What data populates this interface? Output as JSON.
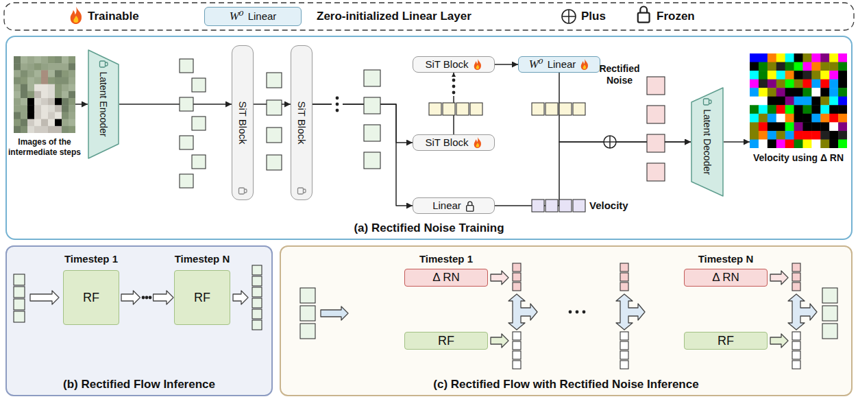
{
  "diagram": {
    "nodes": [
      {
        "text": [
          "W⁰",
          "Linear"
        ]
      },
      {
        "text": [
          "(a) Rectified Noise Training"
        ]
      },
      {
        "text": [
          "Images of the intermediate steps"
        ],
        "in": 1
      },
      {
        "text": [
          "Latent Encoder"
        ],
        "in": 1
      },
      {
        "text": [
          "SiT Block"
        ],
        "in": 1
      },
      {
        "text": [
          "SiT Block"
        ],
        "in": 1
      },
      {
        "text": [
          "SiT Block"
        ],
        "in": 1
      },
      {
        "text": [
          "W⁰",
          "Linear"
        ],
        "in": 1
      },
      {
        "text": [
          "SiT Block"
        ],
        "in": 1
      },
      {
        "text": [
          "Linear"
        ],
        "in": 1
      },
      {
        "text": [
          "Latent Decoder"
        ],
        "in": 1
      },
      {
        "text": [
          "Velocity using Δ RN"
        ],
        "in": 1
      },
      {
        "text": [
          "(b) Rectified Flow Inference"
        ]
      },
      {
        "text": [
          "RF"
        ],
        "in": 12
      },
      {
        "text": [
          "RF"
        ],
        "in": 12
      },
      {
        "text": [
          "(c) Rectified Flow with Rectified Noise Inference"
        ]
      },
      {
        "text": [
          "Δ RN"
        ],
        "in": 15
      },
      {
        "text": [
          "RF"
        ],
        "in": 15
      },
      {
        "text": [
          "Δ RN"
        ],
        "in": 15
      },
      {
        "text": [
          "RF"
        ],
        "in": 15
      }
    ],
    "edges": [
      {
        "from": 2,
        "to": 3,
        "arrow": "to"
      },
      {
        "from": 3,
        "to": 4,
        "arrow": "to"
      },
      {
        "from": 4,
        "to": 5,
        "arrow": "to"
      },
      {
        "from": 5,
        "to": 8,
        "arrow": "to"
      },
      {
        "from": 5,
        "to": 9,
        "arrow": "to"
      },
      {
        "from": 8,
        "to": 6,
        "arrow": "to"
      },
      {
        "from": 6,
        "to": 7,
        "arrow": "to"
      },
      {
        "from": 7,
        "to": 10,
        "arrow": "to"
      },
      {
        "from": 9,
        "to": 10,
        "arrow": "to"
      },
      {
        "from": 10,
        "to": 11,
        "arrow": "to"
      },
      {
        "from": 13,
        "to": 14,
        "arrow": "to"
      }
    ],
    "labels": [
      "Rectified Noise",
      "Velocity",
      "Timestep 1",
      "Timestep N",
      "Timestep 1",
      "Timestep N"
    ],
    "legend": [
      {
        "text": "Trainable"
      },
      {
        "text": "Zero-initialized Linear Layer"
      },
      {
        "text": "Plus"
      },
      {
        "text": "Frozen"
      }
    ]
  }
}
